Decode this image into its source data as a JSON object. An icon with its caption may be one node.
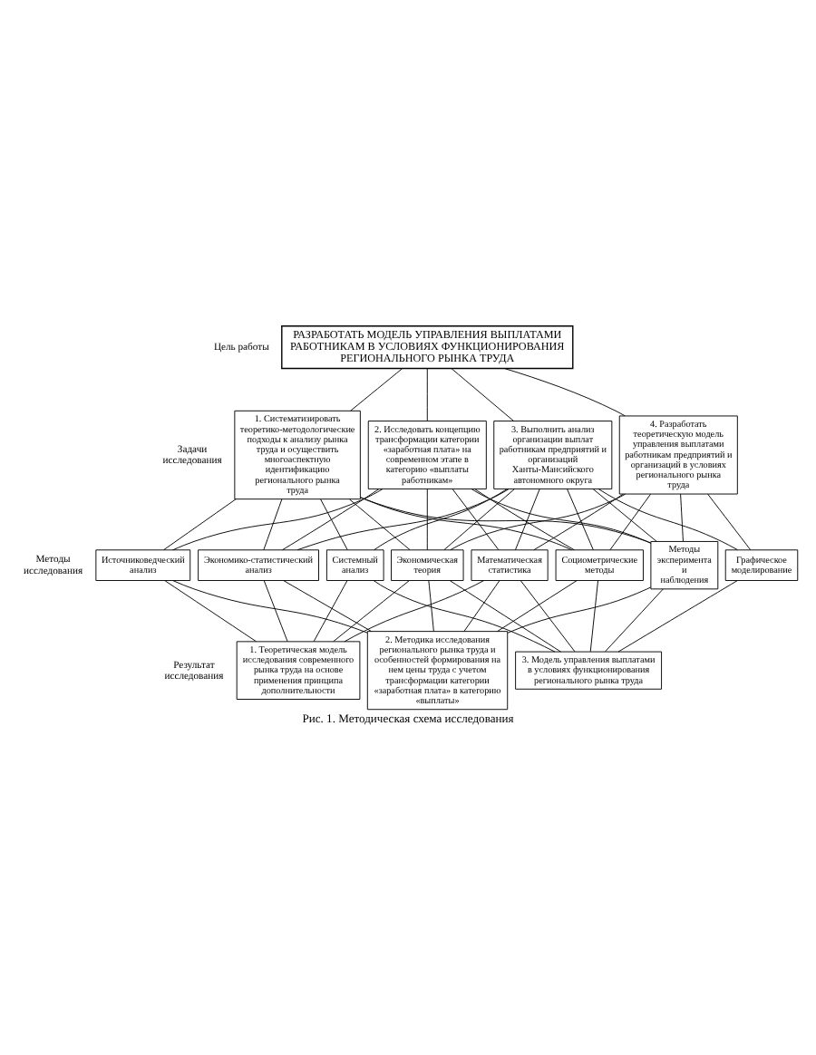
{
  "diagram": {
    "caption": "Рис. 1. Методическая схема исследования",
    "nodes": [
      {
        "text": [
          "РАЗРАБОТАТЬ МОДЕЛЬ УПРАВЛЕНИЯ ВЫПЛАТАМИ РАБОТНИКАМ В УСЛОВИЯХ ФУНКЦИОНИРОВАНИЯ РЕГИОНАЛЬНОГО РЫНКА ТРУДА"
        ]
      },
      {
        "text": [
          "1. Систематизировать теоретико-методологические подходы к анализу рынка труда и осуществить многоаспектную идентификацию регионального рынка труда"
        ]
      },
      {
        "text": [
          "2. Исследовать концепцию трансформации категории «заработная плата» на современном этапе в категорию «выплаты работникам»"
        ]
      },
      {
        "text": [
          "3. Выполнить анализ организации выплат работникам предприятий и организаций Ханты-Мансийского автономного округа"
        ]
      },
      {
        "text": [
          "4. Разработать теоретическую модель управления выплатами работникам предприятий и организаций в условиях регионального рынка труда"
        ]
      },
      {
        "text": [
          "Источниковедческий анализ"
        ]
      },
      {
        "text": [
          "Экономико-статистический анализ"
        ]
      },
      {
        "text": [
          "Системный анализ"
        ]
      },
      {
        "text": [
          "Экономическая теория"
        ]
      },
      {
        "text": [
          "Математическая статистика"
        ]
      },
      {
        "text": [
          "Социометрические методы"
        ]
      },
      {
        "text": [
          "Методы эксперимента и наблюдения"
        ]
      },
      {
        "text": [
          "Графическое моделирование"
        ]
      },
      {
        "text": [
          "1. Теоретическая модель исследования современного рынка труда на основе применения принципа дополнительности"
        ]
      },
      {
        "text": [
          "2. Методика исследования регионального рынка труда и особенностей формирования на нем цены труда с учетом трансформации категории «заработная плата» в категорию «выплаты»"
        ]
      },
      {
        "text": [
          "3. Модель управления выплатами в условиях функционирования регионального рынка труда"
        ]
      }
    ],
    "edges": [
      {
        "from": 0,
        "to": 1,
        "arrow": "none"
      },
      {
        "from": 0,
        "to": 2,
        "arrow": "none"
      },
      {
        "from": 0,
        "to": 3,
        "arrow": "none"
      },
      {
        "from": 0,
        "to": 4,
        "arrow": "none"
      },
      {
        "from": 1,
        "to": 5,
        "arrow": "none"
      },
      {
        "from": 1,
        "to": 6,
        "arrow": "none"
      },
      {
        "from": 1,
        "to": 7,
        "arrow": "none"
      },
      {
        "from": 1,
        "to": 8,
        "arrow": "none"
      },
      {
        "from": 1,
        "to": 10,
        "arrow": "none"
      },
      {
        "from": 1,
        "to": 11,
        "arrow": "none"
      },
      {
        "from": 2,
        "to": 5,
        "arrow": "none"
      },
      {
        "from": 2,
        "to": 6,
        "arrow": "none"
      },
      {
        "from": 2,
        "to": 8,
        "arrow": "none"
      },
      {
        "from": 2,
        "to": 9,
        "arrow": "none"
      },
      {
        "from": 2,
        "to": 10,
        "arrow": "none"
      },
      {
        "from": 2,
        "to": 11,
        "arrow": "none"
      },
      {
        "from": 3,
        "to": 6,
        "arrow": "none"
      },
      {
        "from": 3,
        "to": 7,
        "arrow": "none"
      },
      {
        "from": 3,
        "to": 8,
        "arrow": "none"
      },
      {
        "from": 3,
        "to": 9,
        "arrow": "none"
      },
      {
        "from": 3,
        "to": 10,
        "arrow": "none"
      },
      {
        "from": 3,
        "to": 11,
        "arrow": "none"
      },
      {
        "from": 3,
        "to": 12,
        "arrow": "none"
      },
      {
        "from": 4,
        "to": 8,
        "arrow": "none"
      },
      {
        "from": 4,
        "to": 9,
        "arrow": "none"
      },
      {
        "from": 4,
        "to": 10,
        "arrow": "none"
      },
      {
        "from": 4,
        "to": 11,
        "arrow": "none"
      },
      {
        "from": 4,
        "to": 12,
        "arrow": "none"
      },
      {
        "from": 5,
        "to": 13,
        "arrow": "none"
      },
      {
        "from": 6,
        "to": 13,
        "arrow": "none"
      },
      {
        "from": 7,
        "to": 13,
        "arrow": "none"
      },
      {
        "from": 8,
        "to": 13,
        "arrow": "none"
      },
      {
        "from": 9,
        "to": 13,
        "arrow": "none"
      },
      {
        "from": 5,
        "to": 14,
        "arrow": "none"
      },
      {
        "from": 6,
        "to": 14,
        "arrow": "none"
      },
      {
        "from": 8,
        "to": 14,
        "arrow": "none"
      },
      {
        "from": 9,
        "to": 14,
        "arrow": "none"
      },
      {
        "from": 10,
        "to": 14,
        "arrow": "none"
      },
      {
        "from": 11,
        "to": 14,
        "arrow": "none"
      },
      {
        "from": 7,
        "to": 15,
        "arrow": "none"
      },
      {
        "from": 8,
        "to": 15,
        "arrow": "none"
      },
      {
        "from": 9,
        "to": 15,
        "arrow": "none"
      },
      {
        "from": 10,
        "to": 15,
        "arrow": "none"
      },
      {
        "from": 11,
        "to": 15,
        "arrow": "none"
      },
      {
        "from": 12,
        "to": 15,
        "arrow": "none"
      }
    ],
    "labels": [
      "Цель работы",
      "Задачи исследования",
      "Методы исследования",
      "Результат исследования"
    ]
  }
}
